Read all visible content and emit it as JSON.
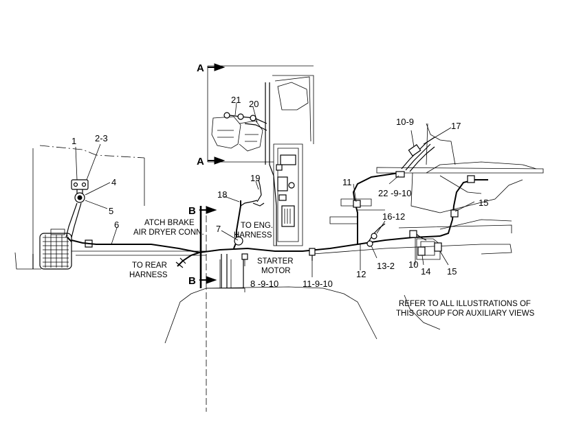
{
  "callouts": {
    "c1": "1",
    "c2_3": "2-3",
    "c4": "4",
    "c5": "5",
    "c6": "6",
    "c7": "7",
    "c8_9_10": "8 -9-10",
    "c11_9_10": "11-9-10",
    "c11": "11",
    "c12": "12",
    "c13_2": "13-2",
    "c10": "10",
    "c14": "14",
    "c15_low": "15",
    "c15_high": "15",
    "c16_12": "16-12",
    "c17": "17",
    "c10_9": "10-9",
    "c22_9_10": "22 -9-10",
    "c18": "18",
    "c19": "19",
    "c20": "20",
    "c21": "21"
  },
  "labels": {
    "atch_1": "ATCH BRAKE",
    "atch_2": "AIR DRYER CONN.",
    "rear_1": "TO REAR",
    "rear_2": "HARNESS",
    "eng_1": "TO ENG.",
    "eng_2": "HARNESS",
    "starter_1": "STARTER",
    "starter_2": "MOTOR",
    "refer_1": "REFER TO ALL ILLUSTRATIONS OF",
    "refer_2": "THIS GROUP FOR AUXILIARY VIEWS"
  },
  "section_markers": {
    "a_top": "A",
    "a_bottom": "A",
    "b_top": "B",
    "b_bottom": "B"
  }
}
